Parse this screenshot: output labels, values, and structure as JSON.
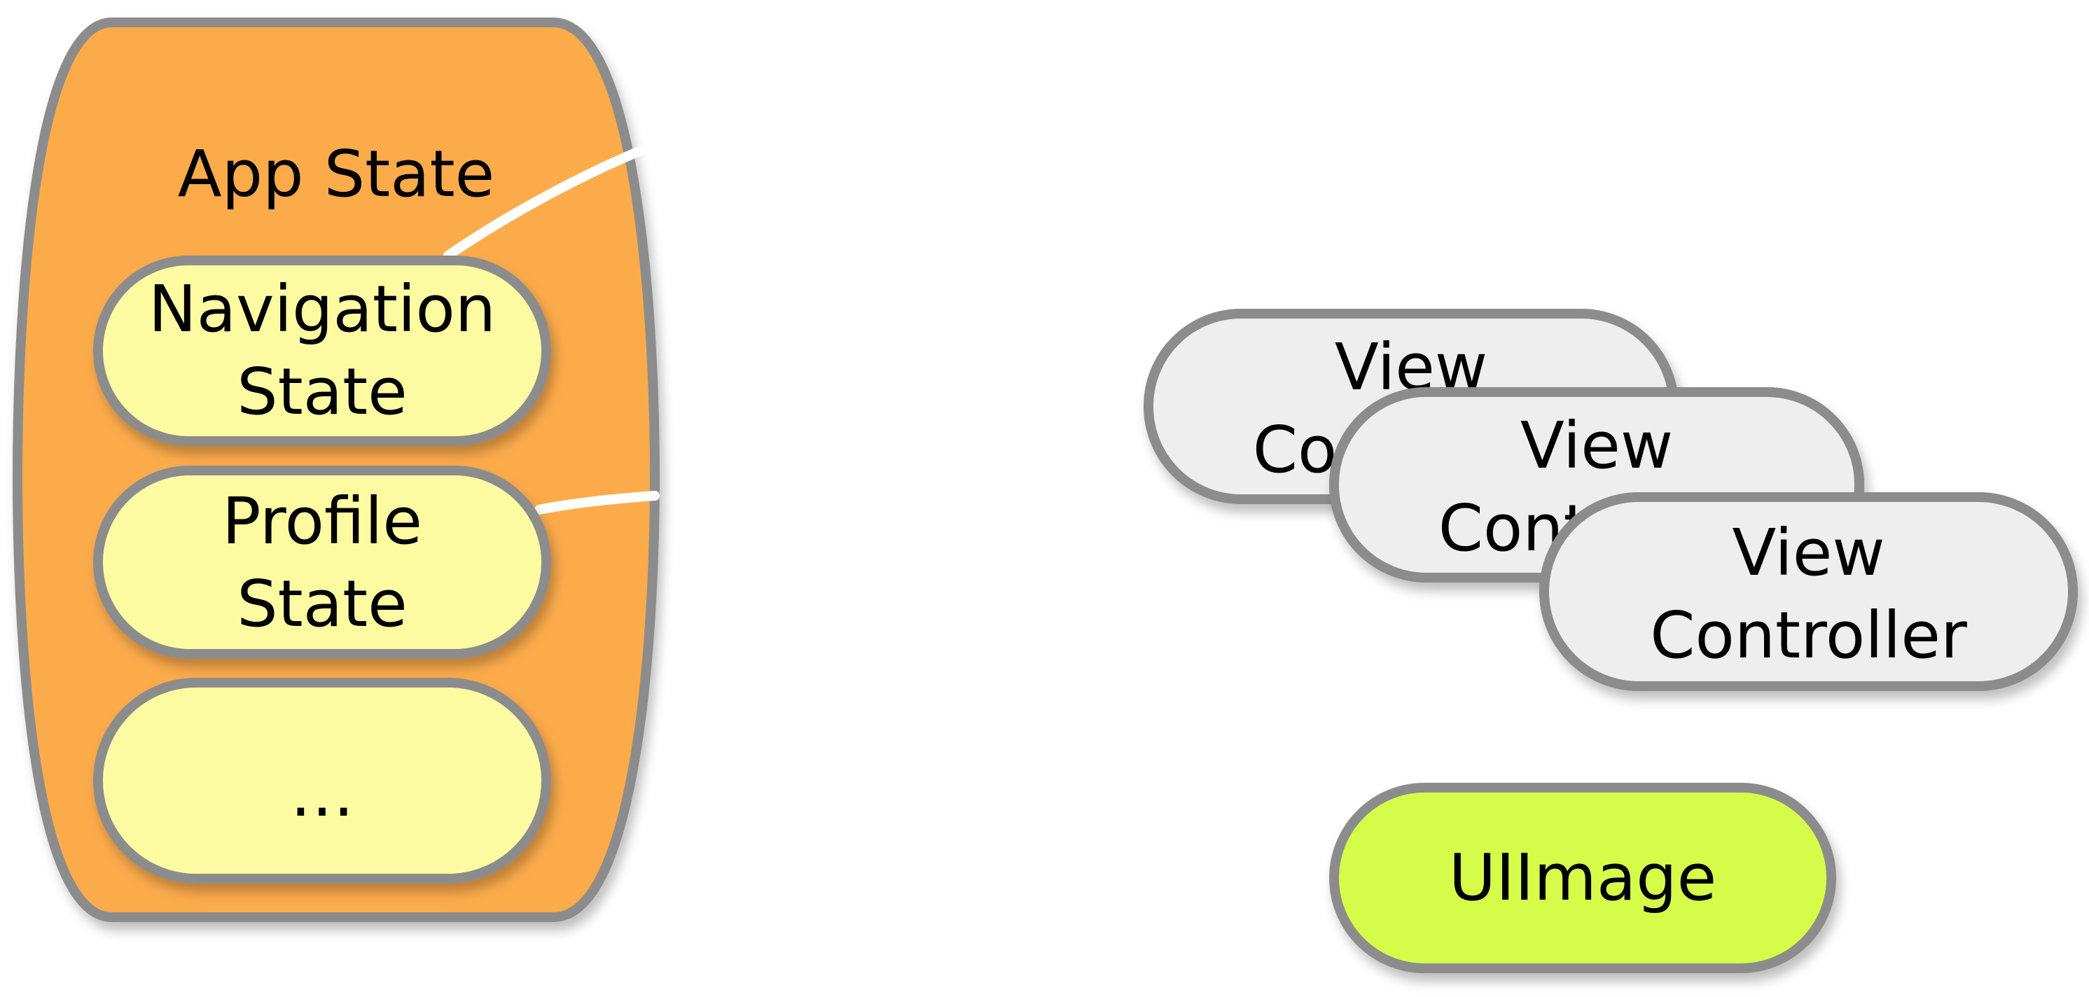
{
  "app_state": {
    "title": "App State",
    "items": [
      {
        "line1": "Navigation",
        "line2": "State"
      },
      {
        "line1": "Profile",
        "line2": "State"
      },
      {
        "line1": "…",
        "line2": ""
      }
    ]
  },
  "view_controllers": [
    {
      "line1": "View",
      "line2": "Controller"
    },
    {
      "line1": "View",
      "line2": "Controller"
    },
    {
      "line1": "View",
      "line2": "Controller"
    }
  ],
  "uiimage": {
    "label": "UIImage"
  },
  "colors": {
    "app_state_fill": "#FCAB4B",
    "app_state_border": "#8C8C8C",
    "state_item_fill": "#FDFBA2",
    "view_controller_fill": "#EEEEEE",
    "uiimage_fill": "#D7FB4A",
    "connector": "#FFFFFF"
  }
}
